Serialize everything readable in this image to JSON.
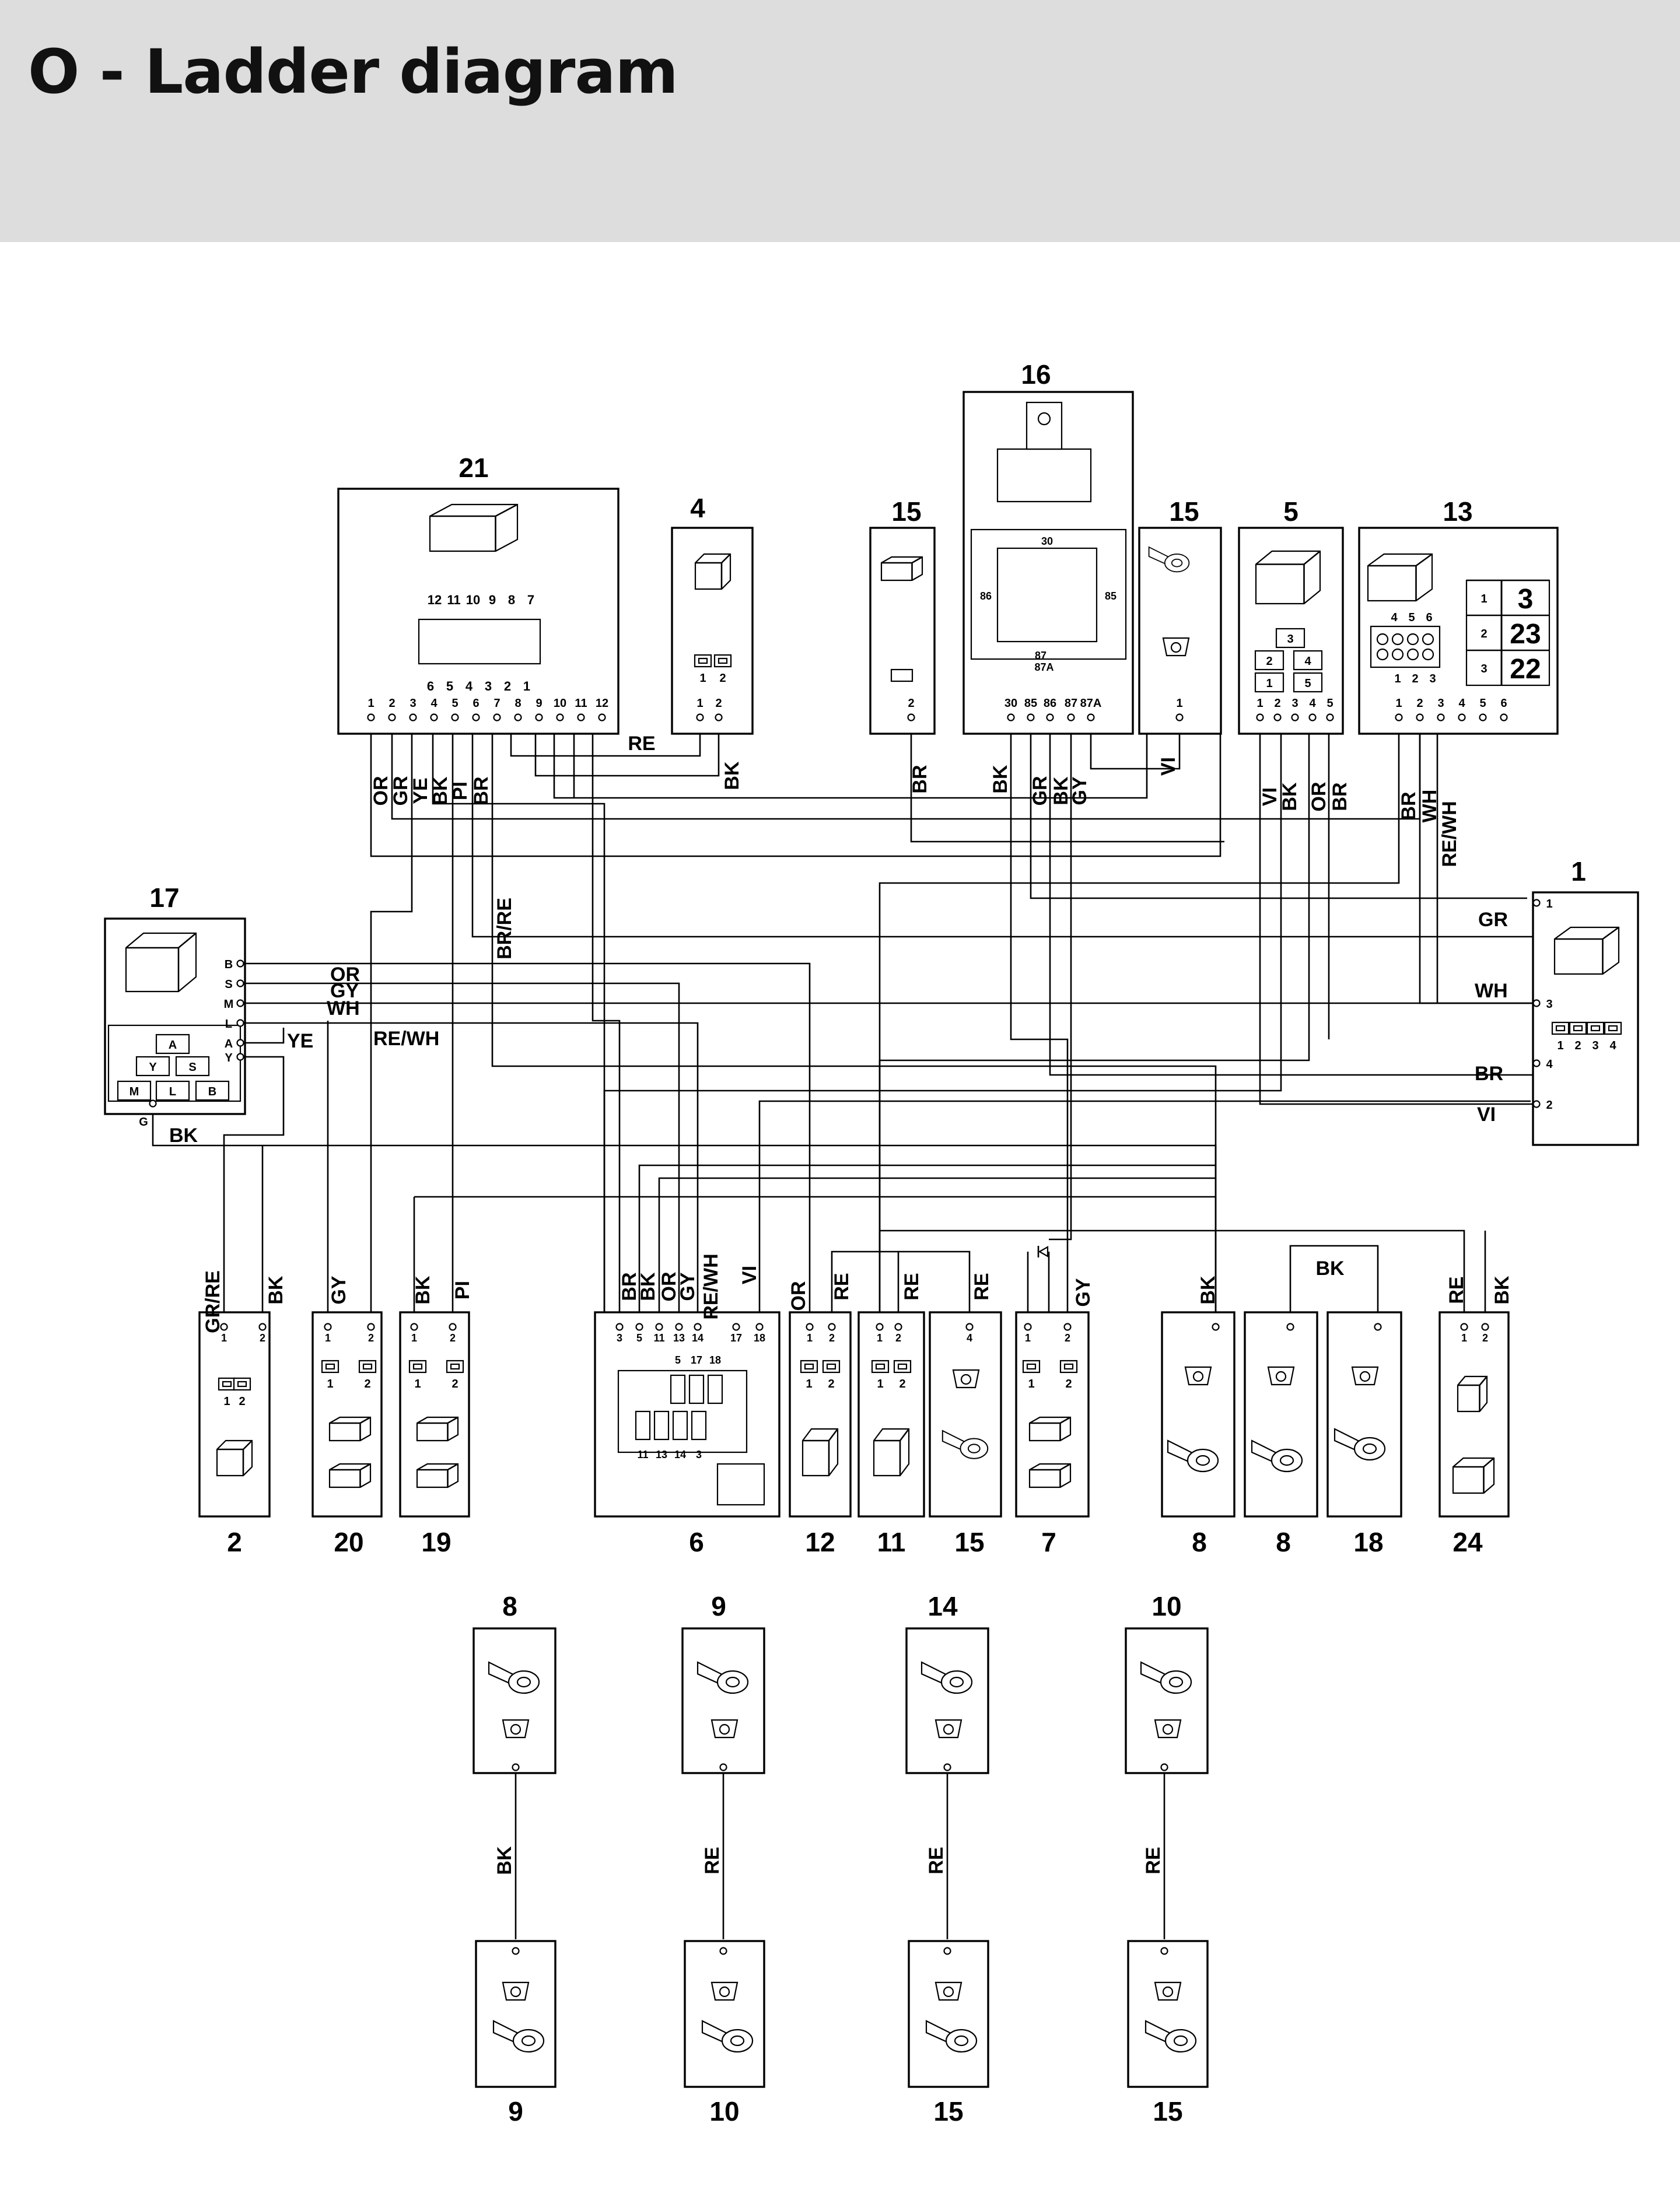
{
  "page": {
    "title": "O - Ladder diagram"
  },
  "icons": [
    "connector-housing-icon",
    "pin-face-icon",
    "relay-icon",
    "ring-terminal-icon",
    "fuse-box-icon",
    "diode-icon"
  ],
  "components": [
    {
      "id": "c21",
      "label": "21",
      "pins": [
        "1",
        "2",
        "3",
        "4",
        "5",
        "6",
        "7",
        "8",
        "9",
        "10",
        "11",
        "12"
      ],
      "face_top": [
        "12",
        "11",
        "10",
        "9",
        "8",
        "7"
      ],
      "face_bottom": [
        "6",
        "5",
        "4",
        "3",
        "2",
        "1"
      ]
    },
    {
      "id": "c4",
      "label": "4",
      "pins": [
        "1",
        "2"
      ],
      "face": [
        "1",
        "2"
      ]
    },
    {
      "id": "c15a",
      "label": "15",
      "pins": [
        "2"
      ]
    },
    {
      "id": "c16",
      "label": "16",
      "pins": [
        "30",
        "85",
        "86",
        "87",
        "87A"
      ],
      "relay_labels": [
        "30",
        "86",
        "85",
        "87",
        "87A"
      ]
    },
    {
      "id": "c15b",
      "label": "15",
      "pins": [
        "1"
      ]
    },
    {
      "id": "c5",
      "label": "5",
      "pins": [
        "1",
        "2",
        "3",
        "4",
        "5"
      ],
      "face": [
        "3",
        "2",
        "4",
        "1",
        "5"
      ]
    },
    {
      "id": "c13",
      "label": "13",
      "pins": [
        "1",
        "2",
        "3",
        "4",
        "5",
        "6"
      ],
      "face_top": [
        "4",
        "5",
        "6"
      ],
      "face_bottom": [
        "1",
        "2",
        "3"
      ],
      "table": [
        {
          "pin": "1",
          "value": "3"
        },
        {
          "pin": "2",
          "value": "23"
        },
        {
          "pin": "3",
          "value": "22"
        }
      ]
    },
    {
      "id": "c17",
      "label": "17",
      "pins": [
        "B",
        "S",
        "M",
        "L",
        "A",
        "Y",
        "G"
      ],
      "face": [
        "A",
        "Y",
        "S",
        "M",
        "L",
        "B"
      ]
    },
    {
      "id": "c1",
      "label": "1",
      "pins": [
        "1",
        "3",
        "4",
        "2"
      ],
      "face": [
        "1",
        "2",
        "3",
        "4"
      ]
    },
    {
      "id": "c2",
      "label": "2",
      "pins": [
        "1",
        "2"
      ]
    },
    {
      "id": "c20",
      "label": "20",
      "pins": [
        "1",
        "2"
      ],
      "face": [
        "1",
        "2"
      ]
    },
    {
      "id": "c19",
      "label": "19",
      "pins": [
        "1",
        "2"
      ],
      "face": [
        "1",
        "2"
      ]
    },
    {
      "id": "c6",
      "label": "6",
      "pins": [
        "3",
        "5",
        "11",
        "13",
        "14",
        "17",
        "18"
      ],
      "fuse_top": [
        "5",
        "17",
        "18"
      ],
      "fuse_bottom": [
        "11",
        "13",
        "14",
        "3"
      ]
    },
    {
      "id": "c12",
      "label": "12",
      "pins": [
        "1",
        "2"
      ],
      "face": [
        "1",
        "2"
      ]
    },
    {
      "id": "c11",
      "label": "11",
      "pins": [
        "1",
        "2"
      ],
      "face": [
        "1",
        "2"
      ]
    },
    {
      "id": "c15c",
      "label": "15",
      "pins": [
        "4"
      ]
    },
    {
      "id": "c7",
      "label": "7",
      "pins": [
        "1",
        "2"
      ],
      "face": [
        "1",
        "2"
      ]
    },
    {
      "id": "c8a",
      "label": "8",
      "pins": []
    },
    {
      "id": "c8b",
      "label": "8",
      "pins": []
    },
    {
      "id": "c18",
      "label": "18",
      "pins": []
    },
    {
      "id": "c24",
      "label": "24",
      "pins": [
        "1",
        "2"
      ]
    }
  ],
  "pairs": [
    {
      "top": "8",
      "bottom": "9",
      "wire": "BK"
    },
    {
      "top": "9",
      "bottom": "10",
      "wire": "RE"
    },
    {
      "top": "14",
      "bottom": "15",
      "wire": "RE"
    },
    {
      "top": "10",
      "bottom": "15",
      "wire": "RE"
    }
  ],
  "wire_labels": {
    "re_21_4": "RE",
    "bk_4": "BK",
    "or_21": "OR",
    "gr_21": "GR",
    "ye_21": "YE",
    "bk_21": "BK",
    "pi_21": "PI",
    "br_21": "BR",
    "brre_21": "BR/RE",
    "br_15a": "BR",
    "bk_16": "BK",
    "gr_16": "GR",
    "bk_16b": "BK",
    "gy_16": "GY",
    "vi_15b": "VI",
    "vi_5": "VI",
    "bk_5": "BK",
    "or_5": "OR",
    "br_5": "BR",
    "br_13": "BR",
    "wh_13": "WH",
    "rewh_13": "RE/WH",
    "gr_1": "GR",
    "wh_1": "WH",
    "br_1": "BR",
    "vi_1": "VI",
    "or_17": "OR",
    "gy_17": "GY",
    "wh_17": "WH",
    "ye_17": "YE",
    "rewh_17": "RE/WH",
    "bk_17": "BK",
    "grre_2": "GR/RE",
    "bk_2": "BK",
    "gy_20": "GY",
    "bk_19": "BK",
    "pi_19": "PI",
    "br_6": "BR",
    "bk_6": "BK",
    "or_6": "OR",
    "gy_6": "GY",
    "rewh_6": "RE/WH",
    "vi_6": "VI",
    "or_12": "OR",
    "re_12": "RE",
    "re_11": "RE",
    "re_15c": "RE",
    "gy_7": "GY",
    "bk_8a": "BK",
    "bk_8b": "BK",
    "re_24": "RE",
    "bk_24": "BK"
  }
}
